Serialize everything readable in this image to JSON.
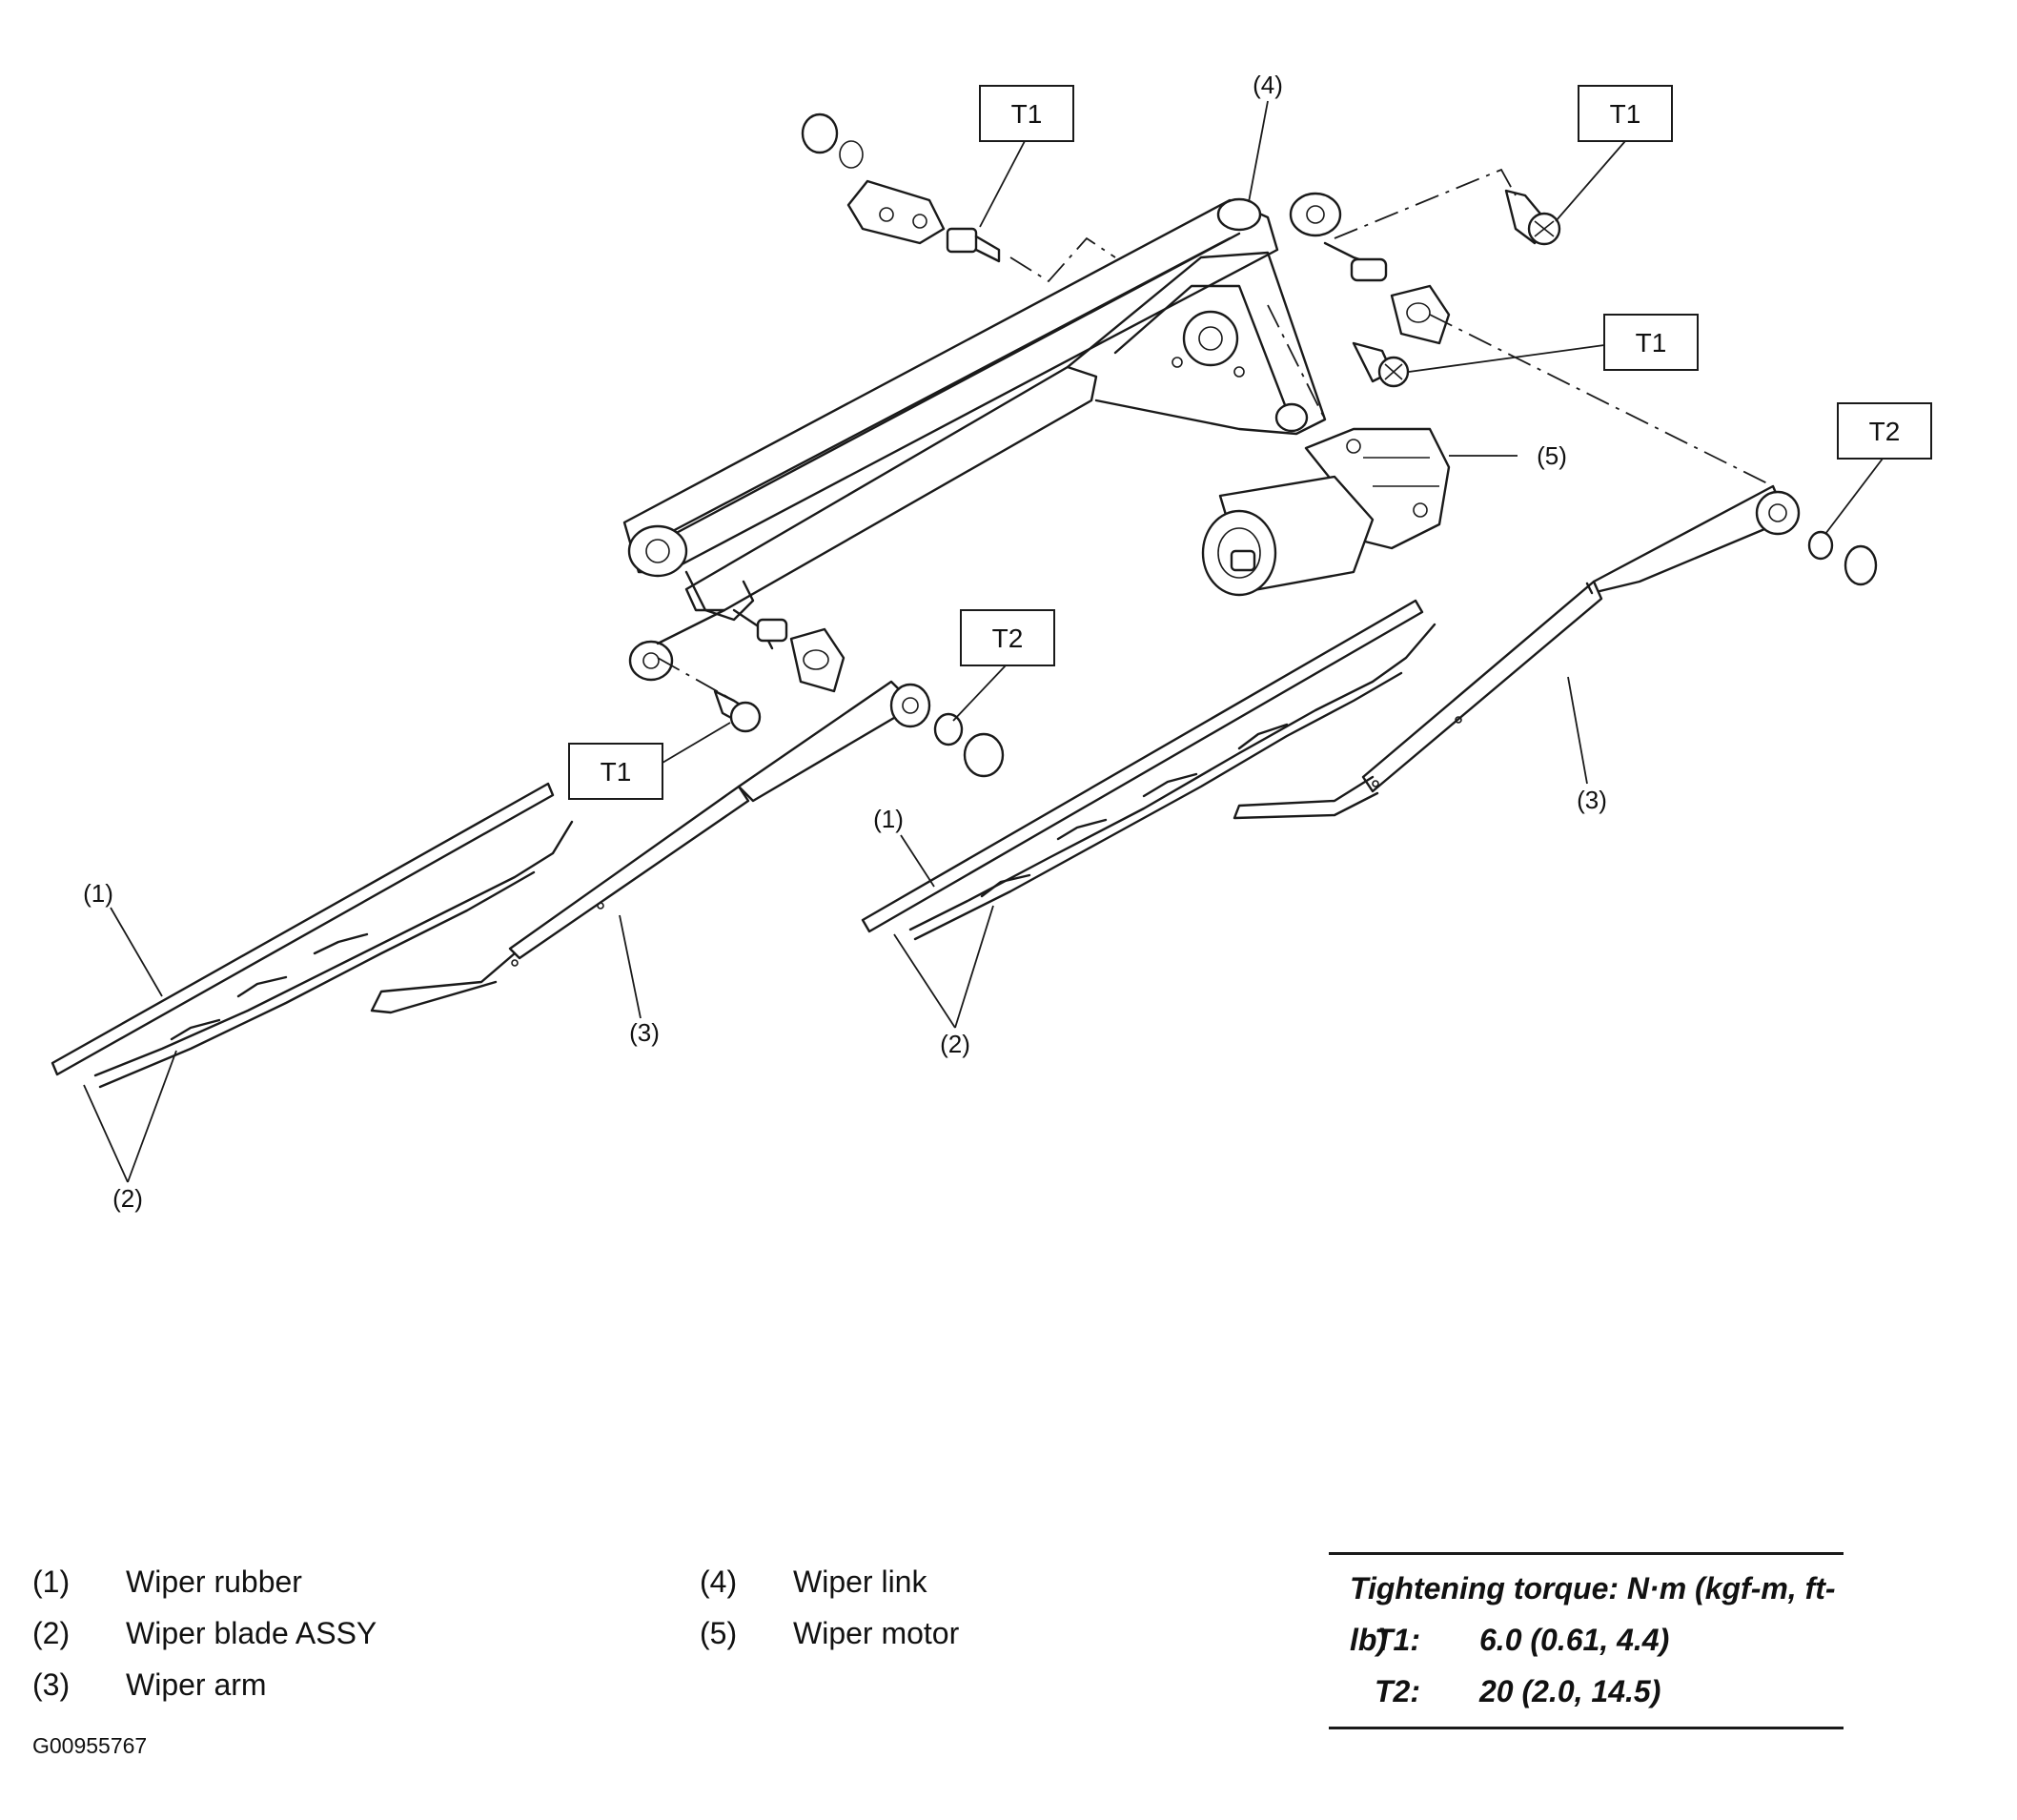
{
  "diagram": {
    "torque_codes": {
      "t1": "T1",
      "t2": "T2"
    },
    "callouts": {
      "c1": "(1)",
      "c2": "(2)",
      "c3": "(3)",
      "c4": "(4)",
      "c5": "(5)"
    }
  },
  "legend": {
    "items": [
      {
        "num": "(1)",
        "label": "Wiper rubber"
      },
      {
        "num": "(2)",
        "label": "Wiper blade ASSY"
      },
      {
        "num": "(3)",
        "label": "Wiper arm"
      },
      {
        "num": "(4)",
        "label": "Wiper link"
      },
      {
        "num": "(5)",
        "label": "Wiper motor"
      }
    ]
  },
  "torque": {
    "title": "Tightening torque: N·m (kgf-m, ft-lb)",
    "rows": [
      {
        "code": "T1:",
        "value": "6.0 (0.61, 4.4)"
      },
      {
        "code": "T2:",
        "value": "20 (2.0, 14.5)"
      }
    ]
  },
  "image_code": "G00955767"
}
